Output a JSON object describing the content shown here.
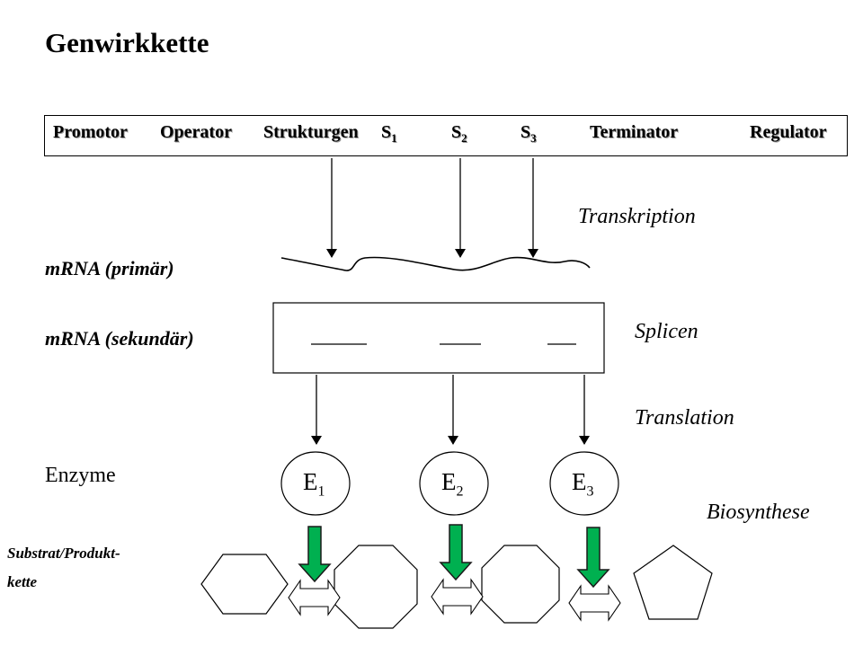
{
  "title": "Genwirkkette",
  "gene": {
    "promotor": "Promotor",
    "operator": "Operator",
    "strukturgen": "Strukturgen",
    "s": "S",
    "s1_sub": "1",
    "s2_sub": "2",
    "s3_sub": "3",
    "terminator": "Terminator",
    "regulator": "Regulator"
  },
  "steps": {
    "transkription": "Transkription",
    "splicen": "Splicen",
    "translation": "Translation",
    "biosynthese": "Biosynthese"
  },
  "rows": {
    "mrna_primaer": "mRNA (primär)",
    "mrna_sekundaer": "mRNA (sekundär)",
    "enzyme": "Enzyme",
    "substrat_line1": "Substrat/Produkt-",
    "substrat_line2": "kette"
  },
  "enzymes": {
    "e": "E",
    "e1_sub": "1",
    "e2_sub": "2",
    "e3_sub": "3"
  },
  "colors": {
    "enzyme_arrow_fill": "#00b050",
    "line": "#000000"
  }
}
